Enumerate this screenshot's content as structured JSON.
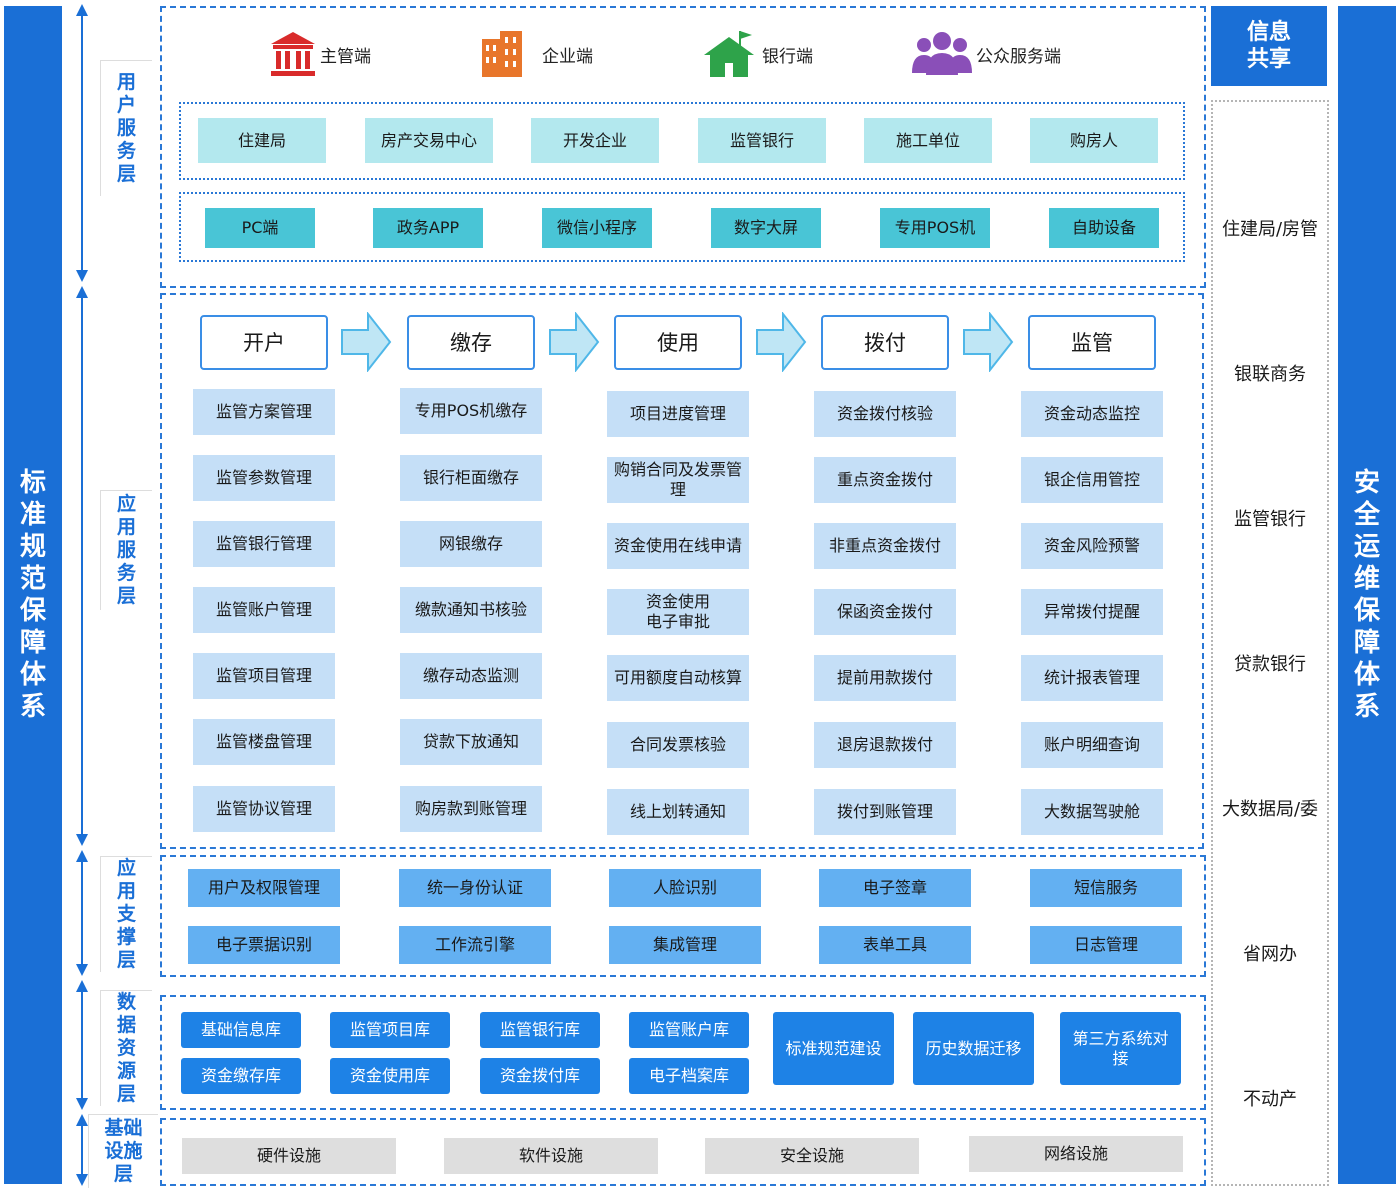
{
  "left_title": "标准规范保障体系",
  "right_title": "安全运维保障体系",
  "share": {
    "title": "信息共享",
    "items": [
      "住建局/房管",
      "银联商务",
      "监管银行",
      "贷款银行",
      "大数据局/委",
      "省网办",
      "不动产"
    ]
  },
  "layers": {
    "user": "用户服务层",
    "app": "应用服务层",
    "support": "应用支撑层",
    "data": "数据资源层",
    "infra": "基础设施层"
  },
  "terminals": [
    {
      "label": "主管端",
      "icon": "government-building-icon",
      "color": "#d92b2b"
    },
    {
      "label": "企业端",
      "icon": "office-building-icon",
      "color": "#e8762b"
    },
    {
      "label": "银行端",
      "icon": "bank-house-flag-icon",
      "color": "#2ea34a"
    },
    {
      "label": "公众服务端",
      "icon": "people-group-icon",
      "color": "#8a4fb8"
    }
  ],
  "user_types": [
    "住建局",
    "房产交易中心",
    "开发企业",
    "监管银行",
    "施工单位",
    "购房人"
  ],
  "channels": [
    "PC端",
    "政务APP",
    "微信小程序",
    "数字大屏",
    "专用POS机",
    "自助设备"
  ],
  "stages": [
    "开户",
    "缴存",
    "使用",
    "拨付",
    "监管"
  ],
  "functions": [
    [
      "监管方案管理",
      "监管参数管理",
      "监管银行管理",
      "监管账户管理",
      "监管项目管理",
      "监管楼盘管理",
      "监管协议管理"
    ],
    [
      "专用POS机缴存",
      "银行柜面缴存",
      "网银缴存",
      "缴款通知书核验",
      "缴存动态监测",
      "贷款下放通知",
      "购房款到账管理"
    ],
    [
      "项目进度管理",
      "购销合同及发票管理",
      "资金使用在线申请",
      "资金使用\n电子审批",
      "可用额度自动核算",
      "合同发票核验",
      "线上划转通知"
    ],
    [
      "资金拨付核验",
      "重点资金拨付",
      "非重点资金拨付",
      "保函资金拨付",
      "提前用款拨付",
      "退房退款拨付",
      "拨付到账管理"
    ],
    [
      "资金动态监控",
      "银企信用管控",
      "资金风险预警",
      "异常拨付提醒",
      "统计报表管理",
      "账户明细查询",
      "大数据驾驶舱"
    ]
  ],
  "support": [
    [
      "用户及权限管理",
      "统一身份认证",
      "人脸识别",
      "电子签章",
      "短信服务"
    ],
    [
      "电子票据识别",
      "工作流引擎",
      "集成管理",
      "表单工具",
      "日志管理"
    ]
  ],
  "data_small": [
    [
      "基础信息库",
      "监管项目库",
      "监管银行库",
      "监管账户库"
    ],
    [
      "资金缴存库",
      "资金使用库",
      "资金拨付库",
      "电子档案库"
    ]
  ],
  "data_large": [
    "标准规范建设",
    "历史数据迁移",
    "第三方系统对接"
  ],
  "infra": [
    "硬件设施",
    "软件设施",
    "安全设施",
    "网络设施"
  ]
}
